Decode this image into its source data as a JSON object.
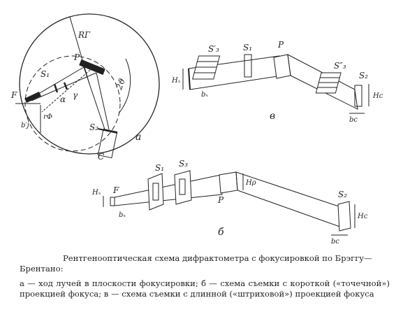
{
  "figure": {
    "panel_a": {
      "panel_label": "а",
      "labels": {
        "F": "F",
        "S1": "S₁",
        "S2": "S₂",
        "P": "P",
        "C": "C",
        "Rr": "RГ",
        "alpha": "α",
        "gamma": "γ",
        "two_theta": "2ϑ",
        "bj": "b′j",
        "rf": "rΦ"
      }
    },
    "panel_b": {
      "panel_label": "б",
      "labels": {
        "Hf": "Hₓ",
        "F": "F",
        "S1": "S₁",
        "S3": "S₃",
        "P": "P",
        "Hp": "Hρ",
        "bf": "bₓ",
        "S2": "S₂",
        "Hc": "Hᴄ",
        "bc": "bc"
      }
    },
    "panel_c": {
      "panel_label": "в",
      "labels": {
        "S3p": "S′₃",
        "S1": "S₁",
        "P": "P",
        "S3pp": "S″₃",
        "S2": "S₂",
        "Hf": "Hₓ",
        "bf": "bₓ",
        "Hc": "Hᴄ",
        "bc": "bc"
      }
    }
  },
  "caption": {
    "title": "Рентгенооптическая схема дифрактометра с фокусировкой по Брэггу—Брентано:",
    "legend": "а — ход лучей в плоскости фокусировки; б — схема съемки с короткой («точечной») проекцией фокуса; в — схема съемки с длинной («штриховой») проекцией фокуса"
  }
}
